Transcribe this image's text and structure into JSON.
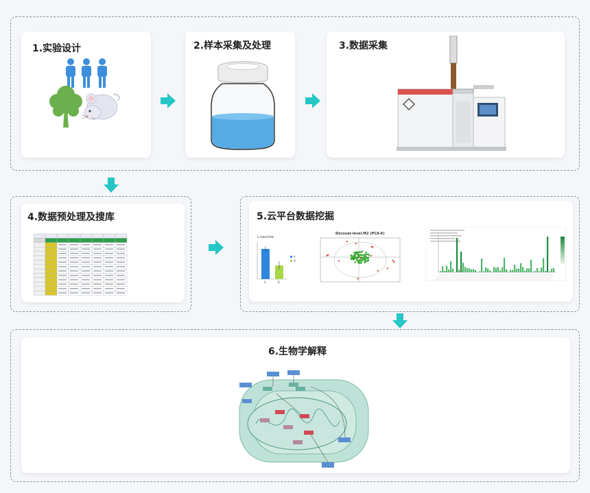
{
  "steps": [
    {
      "label": "1.实验设计"
    },
    {
      "label": "2.样本采集及处理"
    },
    {
      "label": "3.数据采集"
    },
    {
      "label": "4.数据预处理及搜库"
    },
    {
      "label": "5.云平台数据挖掘"
    },
    {
      "label": "6.生物学解释"
    }
  ],
  "charts": {
    "bar_title": "L-Leucine",
    "bar_categories": [
      "A",
      "B"
    ],
    "bar_legend": [
      "A",
      "B"
    ],
    "pca_title": "Docoset-level.M2 (PCA-X)"
  },
  "colors": {
    "arrow": "#26c6c6",
    "person": "#3d8fdc",
    "tree": "#6ab04c",
    "bar_a": "#2e86de",
    "bar_b": "#a8d84a",
    "pca_point": "#3aa832",
    "pca_outlier": "#d9342b",
    "accent_green": "#2e9e4a"
  }
}
